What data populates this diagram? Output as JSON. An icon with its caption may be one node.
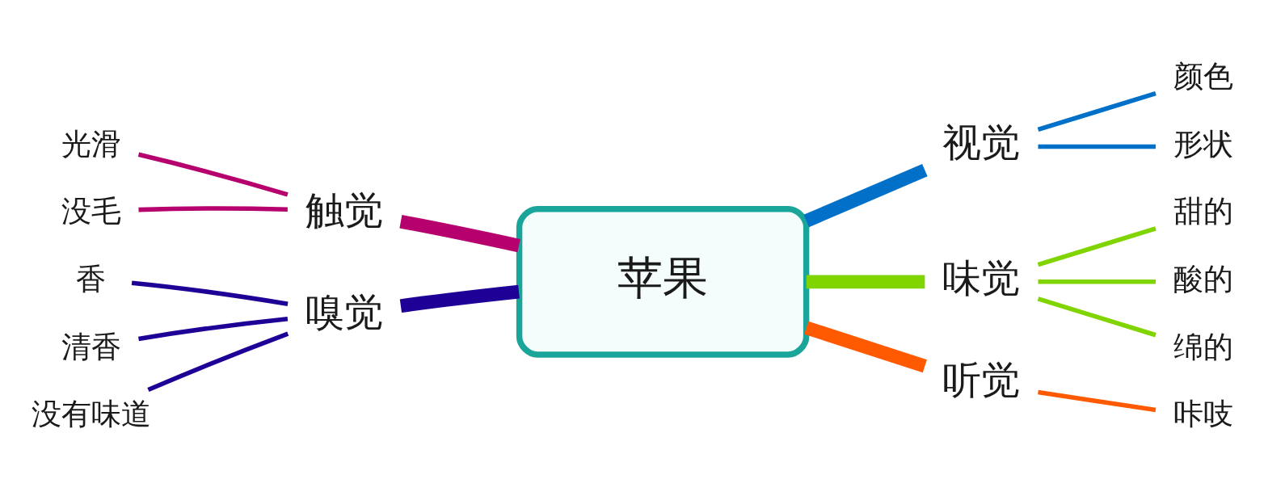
{
  "diagram": {
    "nodes": [
      {
        "text": [
          "苹果"
        ]
      },
      {
        "text": [
          "视觉"
        ]
      },
      {
        "text": [
          "颜色"
        ]
      },
      {
        "text": [
          "形状"
        ]
      },
      {
        "text": [
          "味觉"
        ]
      },
      {
        "text": [
          "甜的"
        ]
      },
      {
        "text": [
          "酸的"
        ]
      },
      {
        "text": [
          "绵的"
        ]
      },
      {
        "text": [
          "听觉"
        ]
      },
      {
        "text": [
          "咔吱"
        ]
      },
      {
        "text": [
          "触觉"
        ]
      },
      {
        "text": [
          "光滑"
        ]
      },
      {
        "text": [
          "没毛"
        ]
      },
      {
        "text": [
          "嗅觉"
        ]
      },
      {
        "text": [
          "香"
        ]
      },
      {
        "text": [
          "清香"
        ]
      },
      {
        "text": [
          "没有味道"
        ]
      }
    ],
    "edges": [
      {
        "from": 0,
        "to": 1,
        "arrow": "none",
        "style": "thick",
        "color": "#0070c8"
      },
      {
        "from": 1,
        "to": 2,
        "arrow": "none",
        "color": "#0070c8"
      },
      {
        "from": 1,
        "to": 3,
        "arrow": "none",
        "color": "#0070c8"
      },
      {
        "from": 0,
        "to": 4,
        "arrow": "none",
        "style": "thick",
        "color": "#80d400"
      },
      {
        "from": 4,
        "to": 5,
        "arrow": "none",
        "color": "#80d400"
      },
      {
        "from": 4,
        "to": 6,
        "arrow": "none",
        "color": "#80d400"
      },
      {
        "from": 4,
        "to": 7,
        "arrow": "none",
        "color": "#80d400"
      },
      {
        "from": 0,
        "to": 8,
        "arrow": "none",
        "style": "thick",
        "color": "#ff5a00"
      },
      {
        "from": 8,
        "to": 9,
        "arrow": "none",
        "color": "#ff5a00"
      },
      {
        "from": 0,
        "to": 10,
        "arrow": "none",
        "style": "thick",
        "color": "#b5006e"
      },
      {
        "from": 10,
        "to": 11,
        "arrow": "none",
        "color": "#b5006e"
      },
      {
        "from": 10,
        "to": 12,
        "arrow": "none",
        "color": "#b5006e"
      },
      {
        "from": 0,
        "to": 13,
        "arrow": "none",
        "style": "thick",
        "color": "#1e0096"
      },
      {
        "from": 13,
        "to": 14,
        "arrow": "none",
        "color": "#1e0096"
      },
      {
        "from": 13,
        "to": 15,
        "arrow": "none",
        "color": "#1e0096"
      },
      {
        "from": 13,
        "to": 16,
        "arrow": "none",
        "color": "#1e0096"
      }
    ]
  }
}
